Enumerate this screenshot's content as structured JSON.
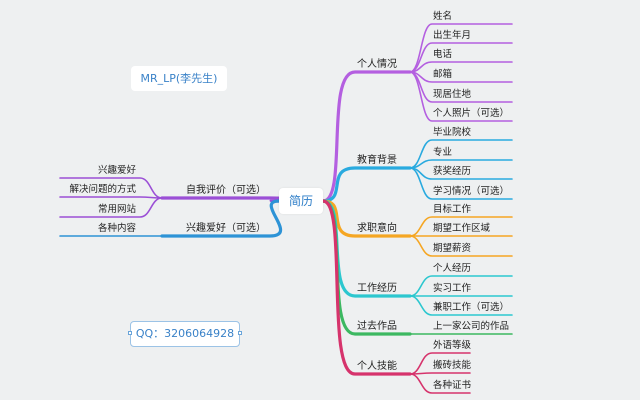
{
  "center": {
    "label": "简历"
  },
  "notes": {
    "author": "MR_LP(李先生)",
    "qq": "QQ：3206064928"
  },
  "branches": [
    {
      "key": "personal",
      "label": "个人情况",
      "color": "#b45fe0",
      "children": [
        "姓名",
        "出生年月",
        "电话",
        "邮箱",
        "现居住地",
        "个人照片（可选）"
      ]
    },
    {
      "key": "education",
      "label": "教育背景",
      "color": "#29aadf",
      "children": [
        "毕业院校",
        "专业",
        "获奖经历",
        "学习情况（可选）"
      ]
    },
    {
      "key": "intent",
      "label": "求职意向",
      "color": "#f5a623",
      "children": [
        "目标工作",
        "期望工作区域",
        "期望薪资"
      ]
    },
    {
      "key": "work",
      "label": "工作经历",
      "color": "#2cc7cf",
      "children": [
        "个人经历",
        "实习工作",
        "兼职工作（可选）"
      ]
    },
    {
      "key": "portfolio",
      "label": "过去作品",
      "color": "#3cb861",
      "children": [
        "上一家公司的作品"
      ]
    },
    {
      "key": "skills",
      "label": "个人技能",
      "color": "#d6336c",
      "children": [
        "外语等级",
        "搬砖技能",
        "各种证书"
      ]
    },
    {
      "key": "self_eval",
      "label": "自我评价（可选）",
      "color": "#9b4fd6",
      "children": [
        "兴趣爱好",
        "解决问题的方式",
        "常用网站"
      ]
    },
    {
      "key": "hobby",
      "label": "兴趣爱好（可选）",
      "color": "#2d93d6",
      "children": [
        "各种内容"
      ]
    }
  ]
}
